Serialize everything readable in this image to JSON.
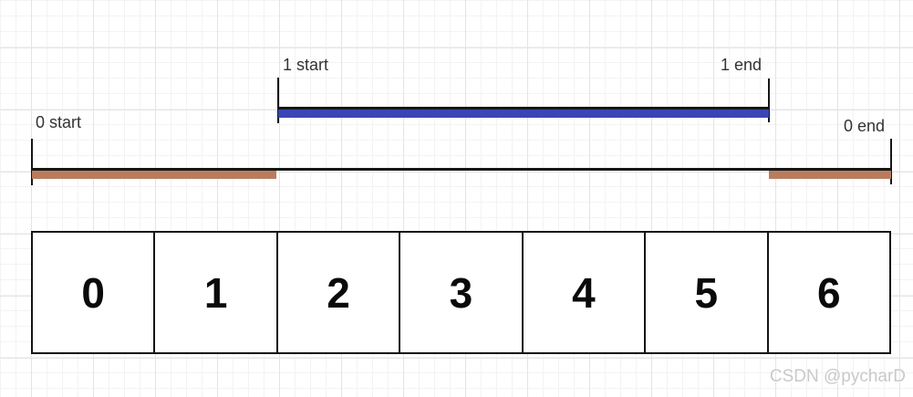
{
  "diagram": {
    "interval_1": {
      "start_label": "1 start",
      "end_label": "1 end",
      "bar_color": "#3b45b5"
    },
    "interval_0": {
      "start_label": "0 start",
      "end_label": "0 end",
      "bar_color": "#b97d5d"
    },
    "line_color": "#161616",
    "cells": [
      "0",
      "1",
      "2",
      "3",
      "4",
      "5",
      "6"
    ],
    "watermark": "CSDN @pycharD"
  }
}
